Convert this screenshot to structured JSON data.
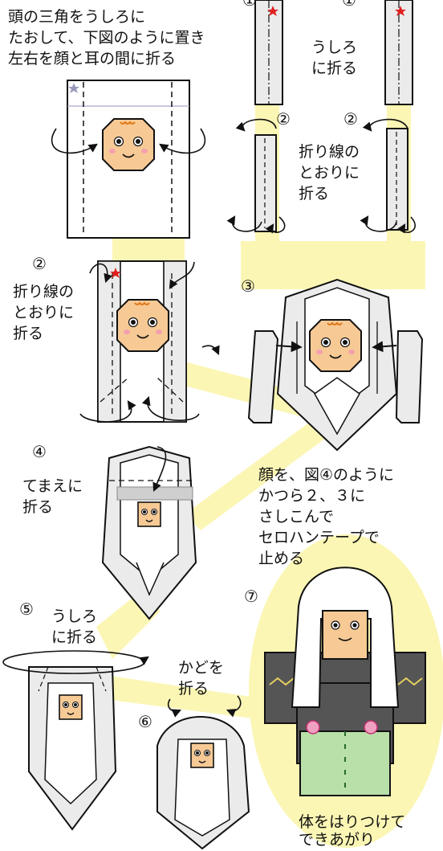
{
  "instructions": {
    "intro": [
      "頭の三角をうしろに",
      "たおして、下図のように置き",
      "左右を顔と耳の間に折る"
    ],
    "fold_back": [
      "うしろ",
      "に折る"
    ],
    "fold_along_crease": [
      "折り線の",
      "とおりに",
      "折る"
    ],
    "fold_along_crease_left": [
      "折り線の",
      "とおりに",
      "折る"
    ],
    "fold_forward": [
      "てまえに",
      "折る"
    ],
    "insert_face": [
      "顔を、図④のように",
      "かつら２、３に",
      "さしこんで",
      "セロハンテープで",
      "止める"
    ],
    "fold_back_5": [
      "うしろ",
      "に折る"
    ],
    "fold_corners": [
      "かどを",
      "折る"
    ],
    "attach_body": [
      "体をはりつけて",
      "できあがり"
    ]
  },
  "step_numbers": {
    "s1a": "①",
    "s1b": "①",
    "s2a": "②",
    "s2b": "②",
    "s2c": "②",
    "s3": "③",
    "s4": "④",
    "s5": "⑤",
    "s6": "⑥",
    "s7": "⑦"
  },
  "colors": {
    "path": "#fbf6b4",
    "paper": "#ebebeb",
    "face": "#f7c995",
    "hair_mark": "#e07a1a",
    "star_red": "#e02020",
    "star_gray": "#9999bb",
    "kimono": "#555555",
    "hakama": "#b8e0a8"
  }
}
